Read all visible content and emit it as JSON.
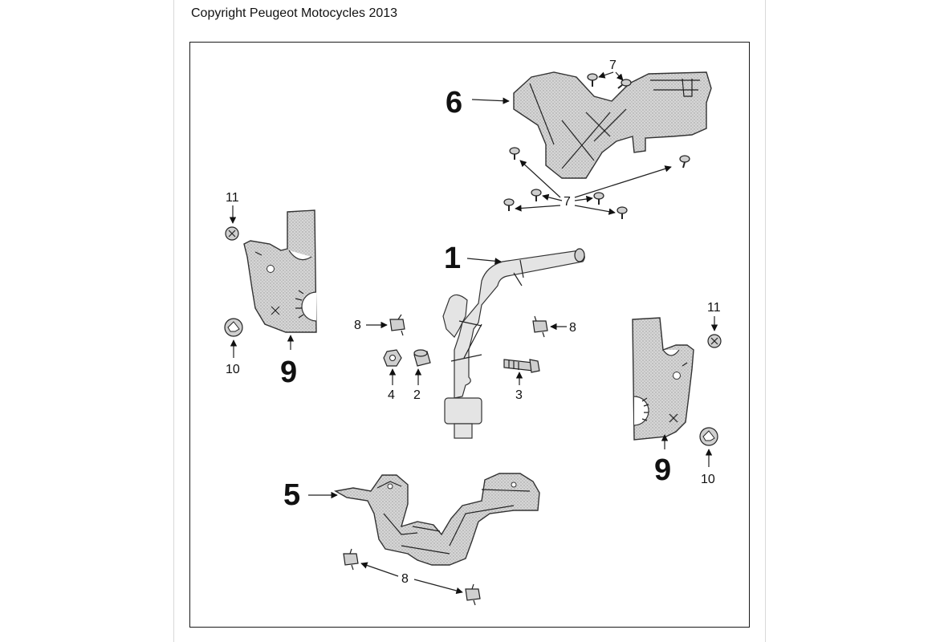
{
  "header": {
    "copyright": "Copyright Peugeot Motocycles 2013"
  },
  "callouts": {
    "c1": "1",
    "c2": "2",
    "c3": "3",
    "c4": "4",
    "c5": "5",
    "c6": "6",
    "c7_top": "7",
    "c7_mid": "7",
    "c8_left": "8",
    "c8_right": "8",
    "c8_bottom": "8",
    "c9_left": "9",
    "c9_right": "9",
    "c10_left": "10",
    "c10_right": "10",
    "c11_left": "11",
    "c11_right": "11"
  },
  "colors": {
    "part_fill": "#d2d2d2",
    "line": "#222222",
    "frame": "#1a1a1a"
  }
}
